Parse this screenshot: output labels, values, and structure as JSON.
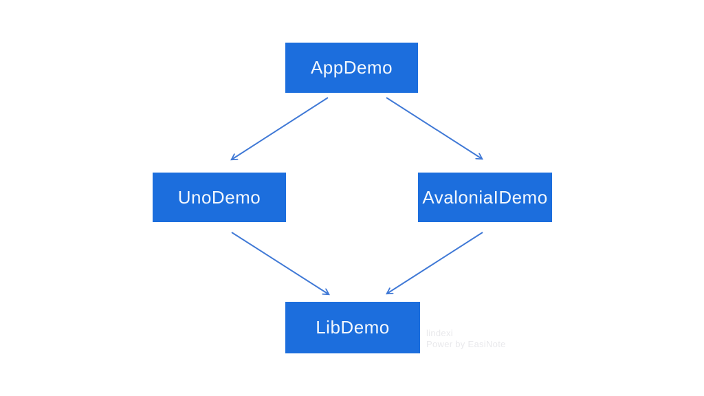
{
  "diagram": {
    "type": "dependency-graph",
    "colors": {
      "background": "#ffffff",
      "node_fill": "#1c6edd",
      "node_text": "#f2f7fd",
      "arrow": "#4079d6",
      "watermark_text": "#e9e9ec"
    },
    "nodes": [
      {
        "id": "appdemo",
        "label": "AppDemo"
      },
      {
        "id": "unodemo",
        "label": "UnoDemo"
      },
      {
        "id": "avaloniaidemo",
        "label": "AvaloniaIDemo"
      },
      {
        "id": "libdemo",
        "label": "LibDemo"
      }
    ],
    "edges": [
      {
        "from": "AppDemo",
        "to": "UnoDemo"
      },
      {
        "from": "AppDemo",
        "to": "AvaloniaIDemo"
      },
      {
        "from": "UnoDemo",
        "to": "LibDemo"
      },
      {
        "from": "AvaloniaIDemo",
        "to": "LibDemo"
      }
    ]
  },
  "watermark": {
    "line1": "lindexi",
    "line2": "Power by EasiNote"
  }
}
